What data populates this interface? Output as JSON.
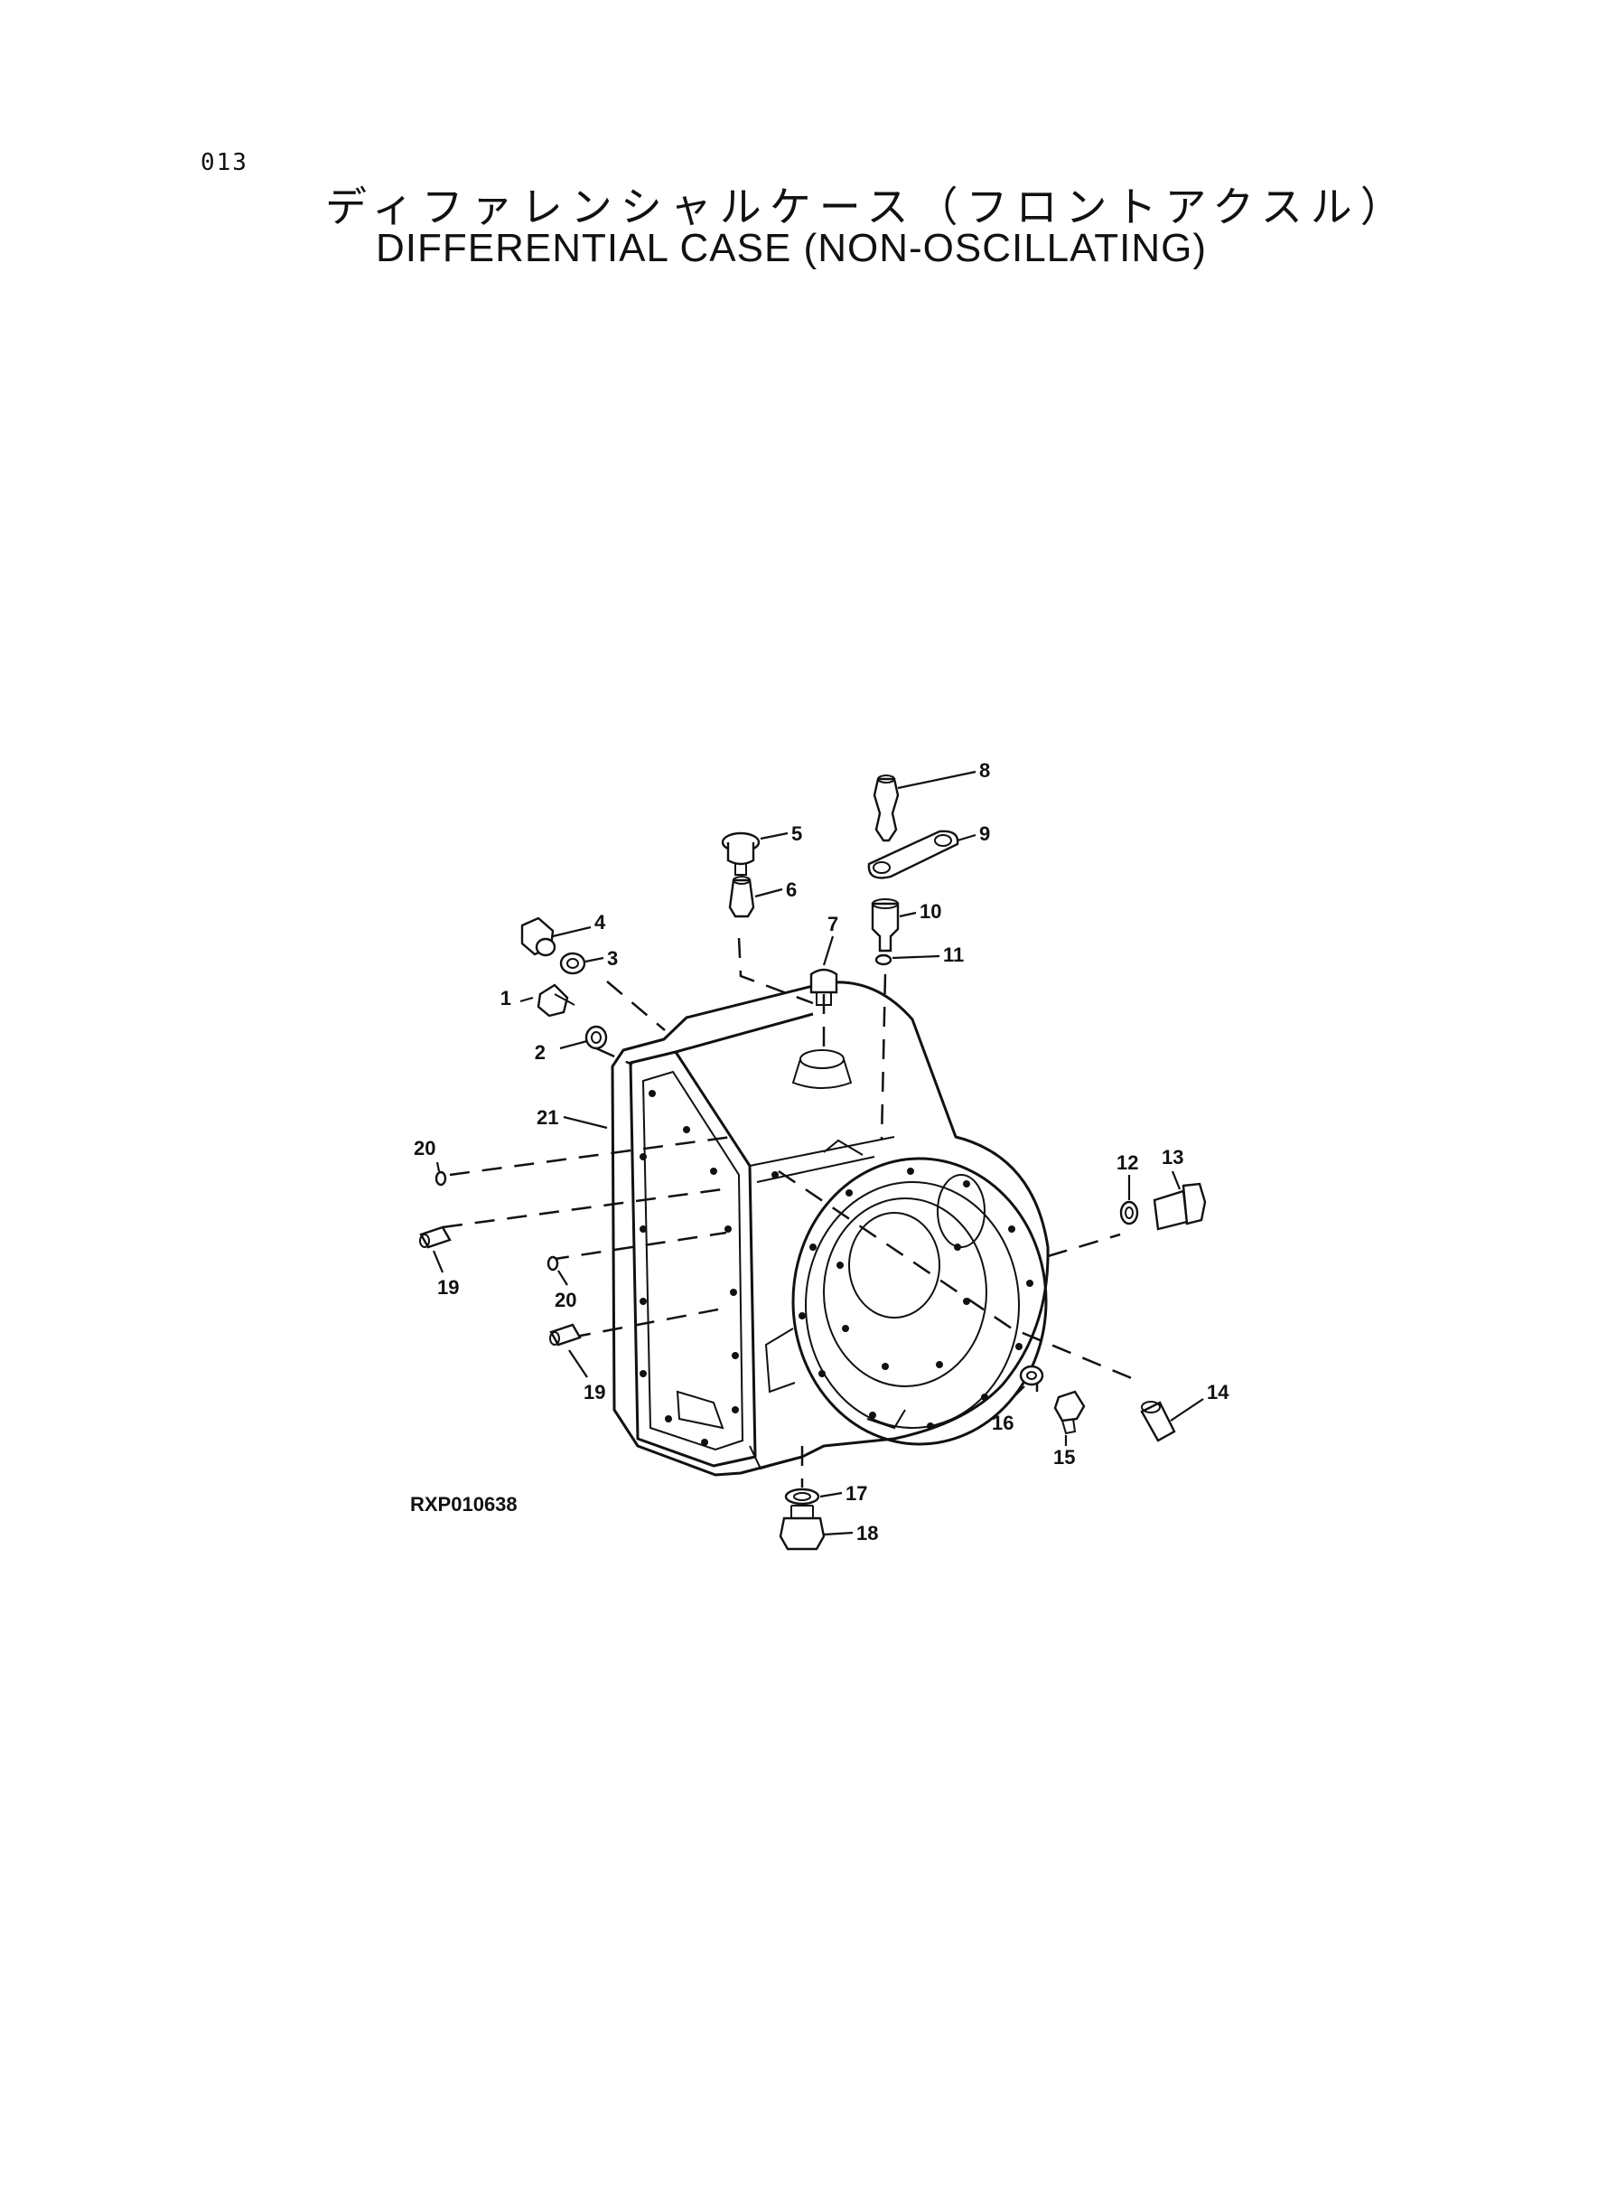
{
  "page_number": "013",
  "title_japanese": "ディファレンシャルケース（フロントアクスル）",
  "title_english": "DIFFERENTIAL CASE (NON-OSCILLATING)",
  "figure_code": "RXP010638",
  "callouts": [
    "1",
    "2",
    "3",
    "4",
    "5",
    "6",
    "7",
    "8",
    "9",
    "10",
    "11",
    "12",
    "13",
    "14",
    "15",
    "16",
    "17",
    "18",
    "19",
    "19",
    "20",
    "20",
    "21"
  ]
}
